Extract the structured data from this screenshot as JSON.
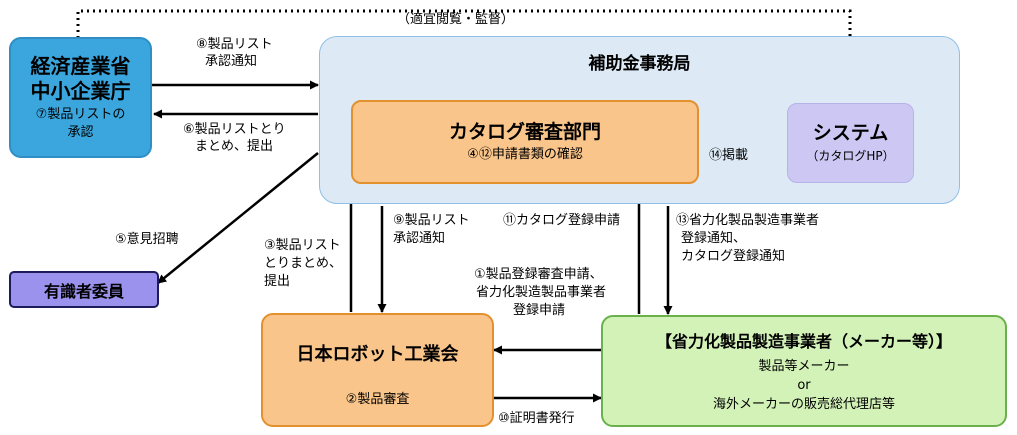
{
  "meti": {
    "line1": "経済産業省",
    "line2": "中小企業庁",
    "line3": "⑦製品リストの",
    "line4": "承認"
  },
  "office": {
    "title": "補助金事務局"
  },
  "catalog_dept": {
    "title": "カタログ審査部門",
    "subtitle": "④⑫申請書類の確認"
  },
  "system": {
    "title": "システム",
    "subtitle": "（カタログHP）"
  },
  "experts": {
    "title": "有識者委員"
  },
  "jara": {
    "title": "日本ロボット工業会",
    "subtitle": "②製品審査"
  },
  "makers": {
    "title": "【省力化製品製造事業者（メーカー等）】",
    "line2": "製品等メーカー",
    "line3": "or",
    "line4": "海外メーカーの販売総代理店等"
  },
  "labels": {
    "s8_a": "⑧製品リスト",
    "s8_b": "承認通知",
    "s6_a": "⑥製品リストとり",
    "s6_b": "まとめ、提出",
    "monitor": "（適宜閲覧・監督）",
    "s5": "⑤意見招聘",
    "s3_a": "③製品リスト",
    "s3_b": "とりまとめ、",
    "s3_c": "提出",
    "s9_a": "⑨製品リスト",
    "s9_b": "承認通知",
    "s11": "⑪カタログ登録申請",
    "s1_a": "①製品登録審査申請、",
    "s1_b": "省力化製造製品事業者",
    "s1_c": "登録申請",
    "s13_a": "⑬省力化製品製造事業者",
    "s13_b": "登録通知、",
    "s13_c": "カタログ登録通知",
    "s14": "⑭掲載",
    "s10": "⑩証明書発行"
  },
  "colors": {
    "meti": "#3aa6dd",
    "office": "#ddeaf6",
    "catalog": "#fac58a",
    "system": "#cdc8f3",
    "experts": "#9a92ec",
    "jara": "#fac58a",
    "makers": "#d3f2b8"
  }
}
